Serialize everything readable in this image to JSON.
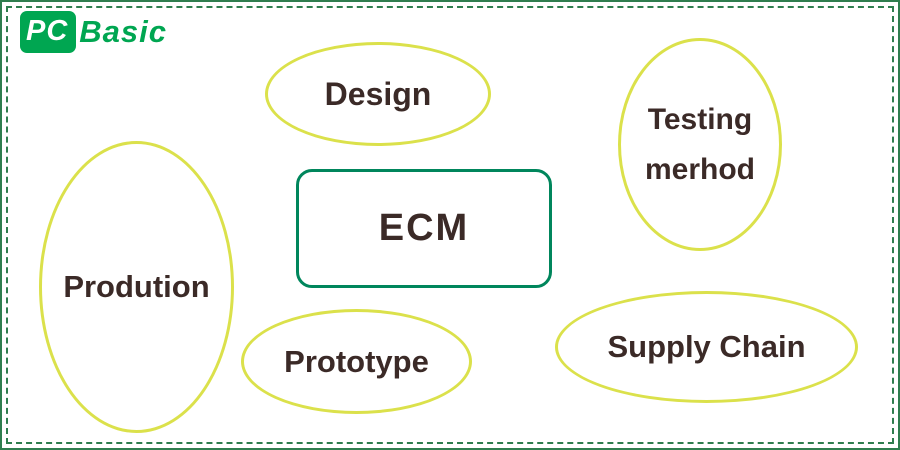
{
  "logo": {
    "prefix": "PC",
    "suffix": "Basic"
  },
  "diagram": {
    "center": {
      "label": "ECM"
    },
    "nodes": {
      "design": {
        "label": "Design"
      },
      "testing": {
        "line1": "Testing",
        "line2": "merhod"
      },
      "prodution": {
        "label": "Prodution"
      },
      "prototype": {
        "label": "Prototype"
      },
      "supply_chain": {
        "label": "Supply Chain"
      }
    }
  },
  "colors": {
    "ellipse_stroke": "#dbe14b",
    "center_border": "#00865c",
    "text": "#3b2a27",
    "logo_green": "#00a651",
    "frame_green": "#2e7d4e"
  }
}
